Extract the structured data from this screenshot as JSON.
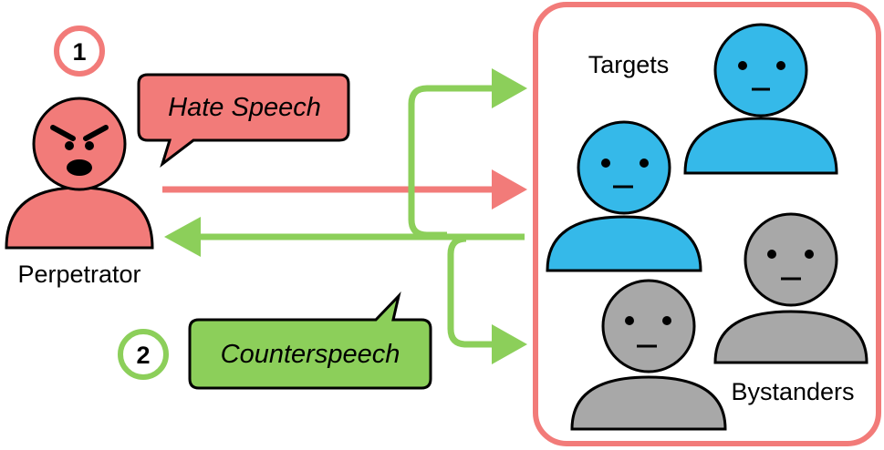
{
  "step1": {
    "number": "1",
    "color": "#f27b79"
  },
  "step2": {
    "number": "2",
    "color": "#8ccf5a"
  },
  "perpetrator": {
    "label": "Perpetrator",
    "color": "#f27b79"
  },
  "hate_speech": {
    "text": "Hate Speech",
    "color": "#f27b79"
  },
  "counterspeech": {
    "text": "Counterspeech",
    "color": "#8ccf5a"
  },
  "targets": {
    "label": "Targets",
    "color": "#35b9e9"
  },
  "bystanders": {
    "label": "Bystanders",
    "color": "#a8a8a8"
  },
  "group_border_color": "#f27b79"
}
